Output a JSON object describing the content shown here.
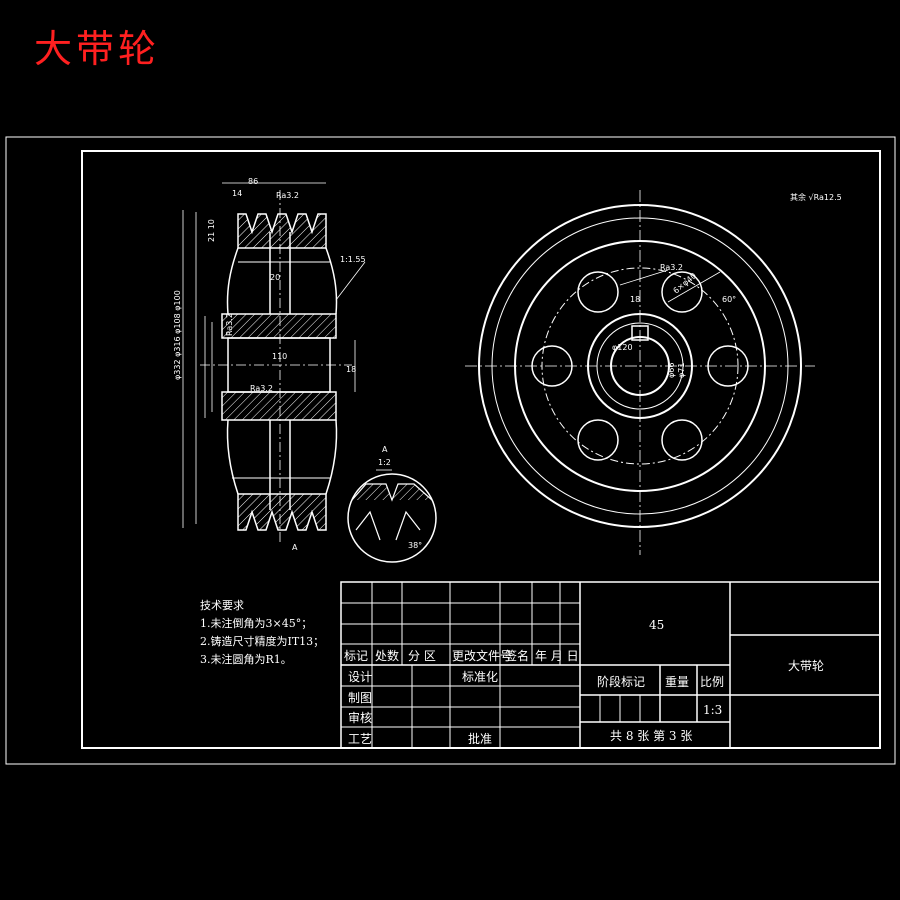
{
  "page_title": "大带轮",
  "colors": {
    "background": "#000000",
    "lines": "#ffffff",
    "title": "#ff2020"
  },
  "tech_requirements": {
    "heading": "技术要求",
    "items": [
      "1.未注倒角为3×45°；",
      "2.铸造尺寸精度为IT13；",
      "3.未注圆角为R1。"
    ]
  },
  "surface_note": "其余 √Ra12.5",
  "section_view_labels": {
    "dim_top": "86",
    "dim_small": "14",
    "ra_top": "Ra3.2",
    "ra_small": "Ra3.2",
    "ra_hub": "Ra3.2",
    "ra_bore": "Ra3.2",
    "dim_bore_len": "110",
    "dim_web": "20",
    "dim_key": "18",
    "dim_taper": "1:1.55",
    "dim_groove": "21 10",
    "dim_left": "Ra3.2",
    "diameters": "φ332 φ316 φ108 φ100",
    "view_marker": "A"
  },
  "detail_view": {
    "label": "A",
    "scale": "1:2",
    "angle": "38°"
  },
  "front_view_labels": {
    "ra_top": "Ra3.2",
    "dim_holes": "6×φ40",
    "dim_keyway": "18",
    "dim_hub": "φ66",
    "angle": "60°",
    "dim_bore": "φ120",
    "dim_hub2": "φ71"
  },
  "title_block": {
    "material": "45",
    "part_name": "大带轮",
    "header_row": [
      "标记",
      "处数",
      "分 区",
      "更改文件号",
      "签名",
      "年 月 日"
    ],
    "row_labels": [
      "设计",
      "制图",
      "审核",
      "工艺"
    ],
    "standardize": "标准化",
    "approve": "批准",
    "stage_mark": "阶段标记",
    "weight": "重量",
    "scale_label": "比例",
    "scale_value": "1:3",
    "sheets": "共 8 张    第 3 张"
  }
}
